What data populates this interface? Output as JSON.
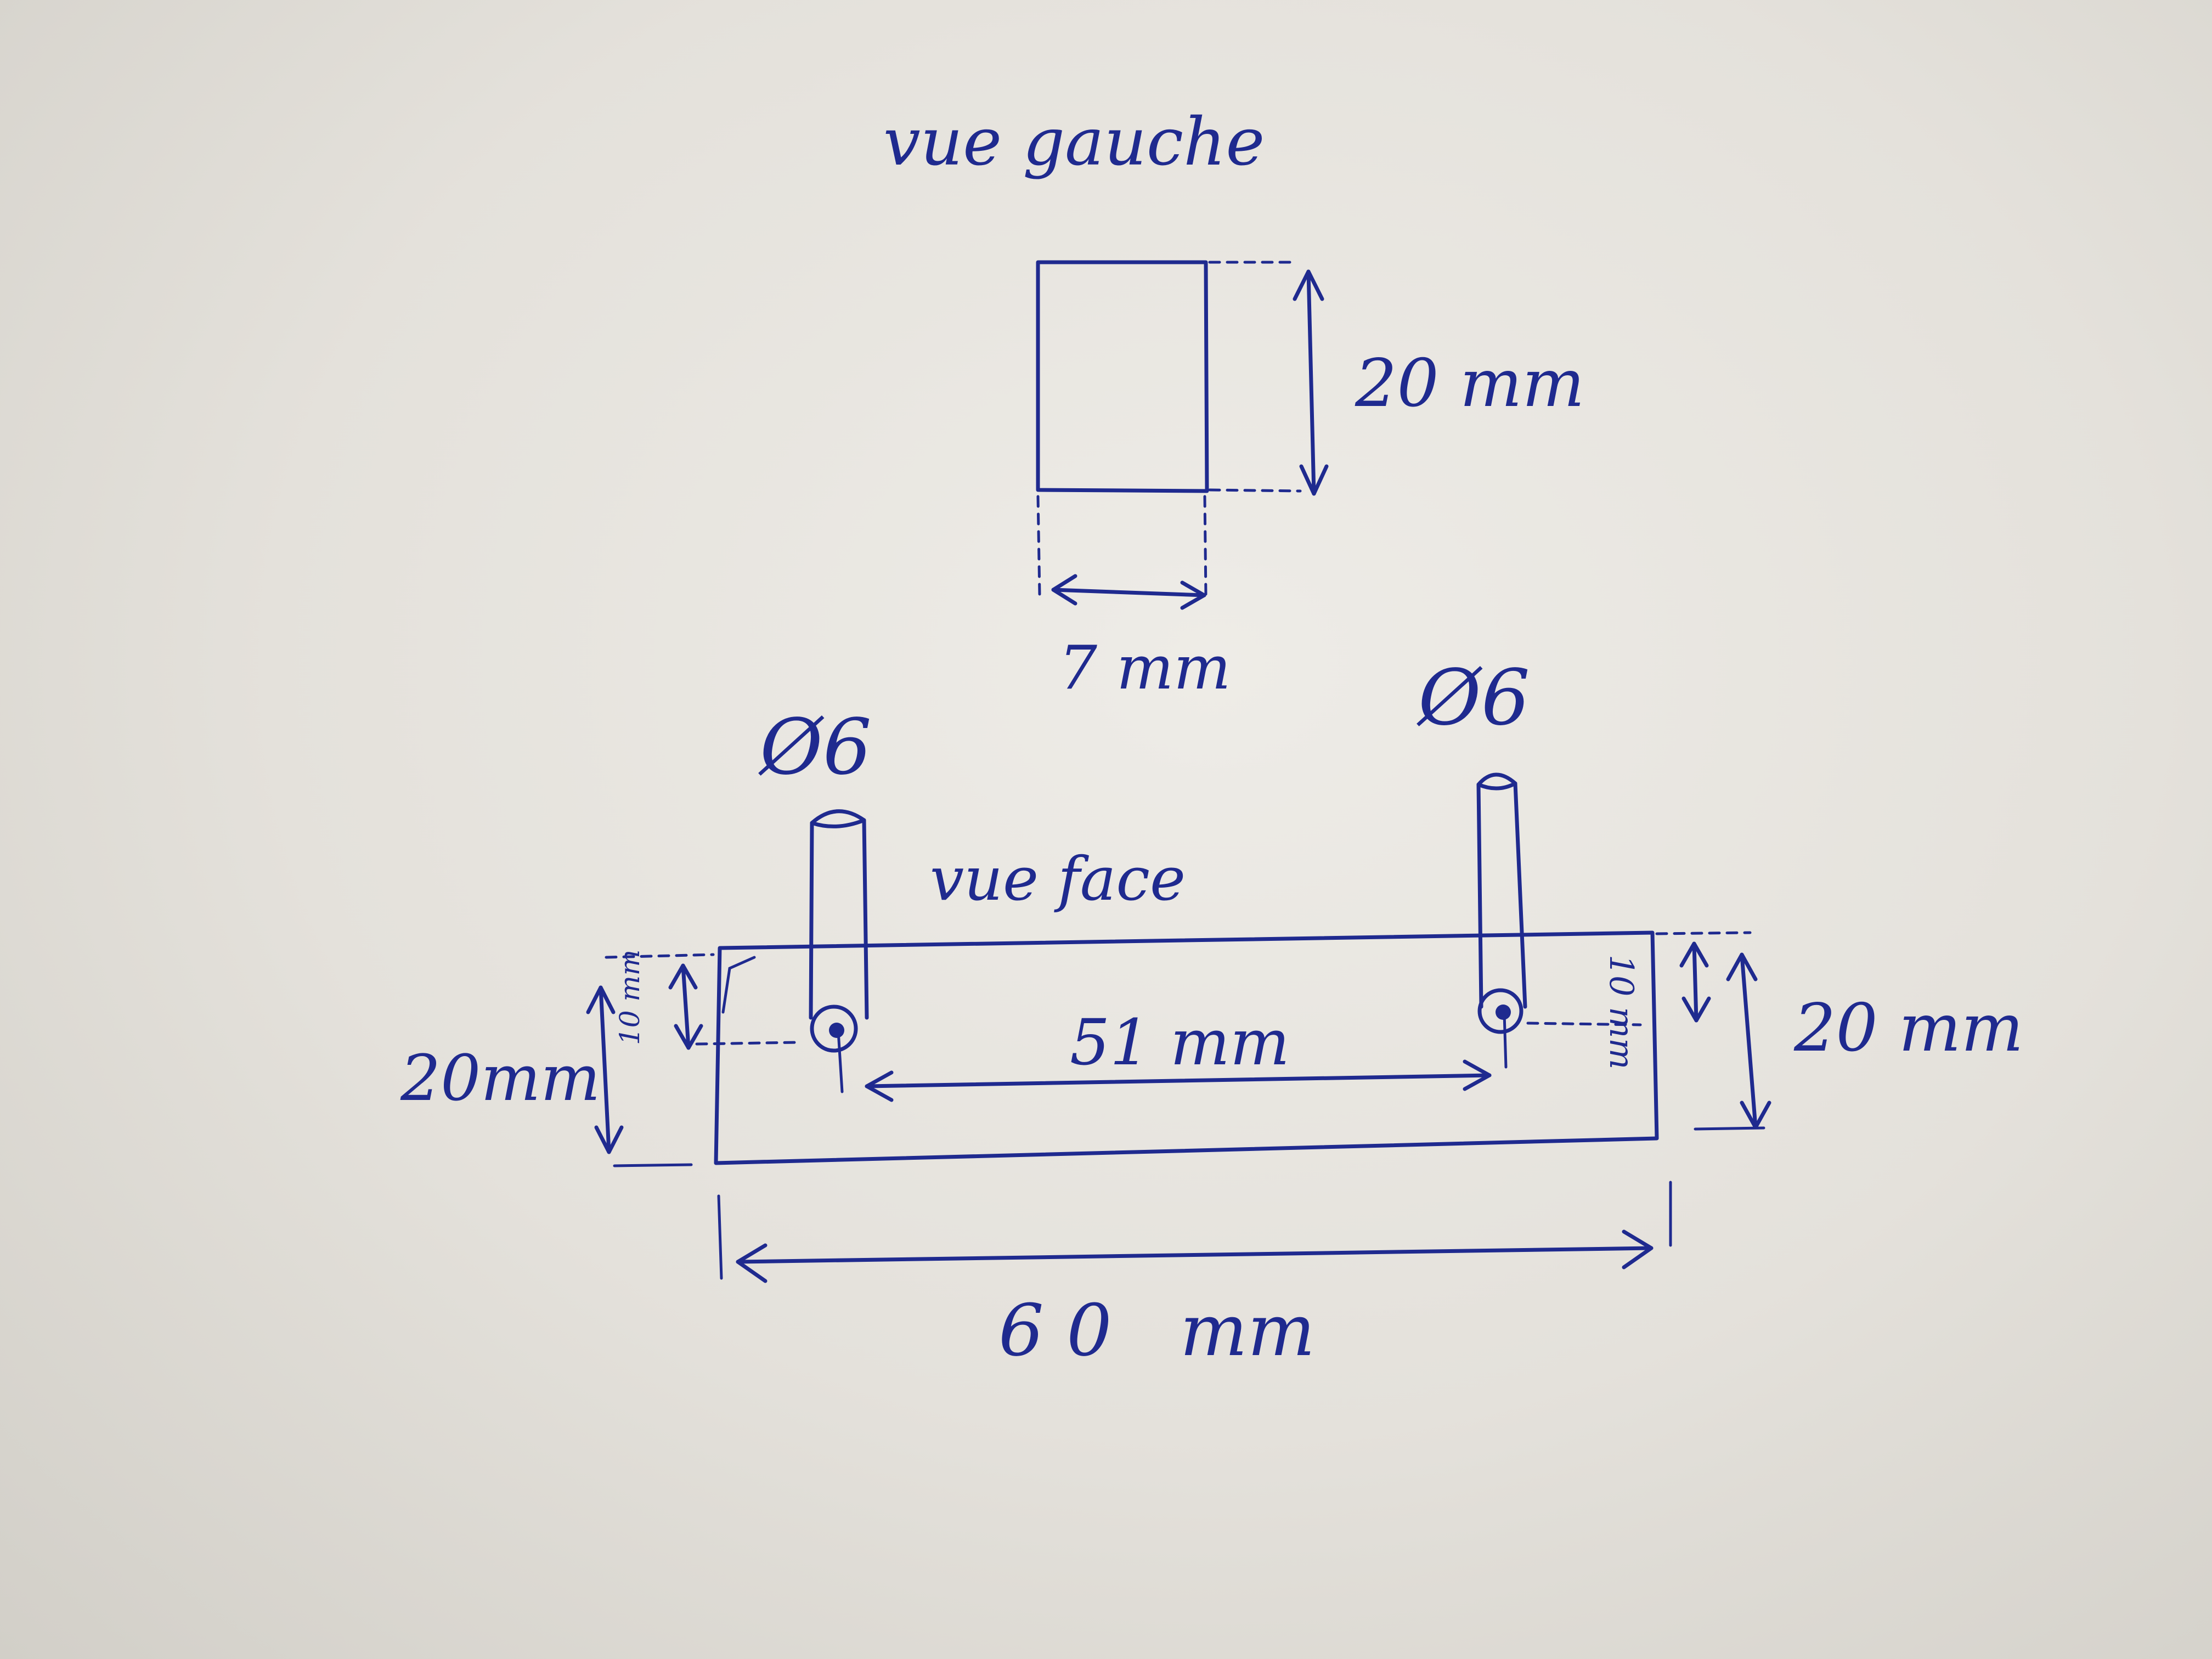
{
  "left_view": {
    "title": "vue gauche",
    "height_label": "20 mm",
    "width_label": "7 mm"
  },
  "front_view": {
    "title": "vue face",
    "left_pin_label": "Ø6",
    "right_pin_label": "Ø6",
    "left_height_label": "20mm",
    "left_pin_offset_label": "10 mm",
    "right_pin_offset_label": "10 mm",
    "right_height_label": "20 mm",
    "pin_spacing_label": "51 mm",
    "total_length_label": "6 0   mm"
  },
  "ink_color": "#1f2a8f"
}
